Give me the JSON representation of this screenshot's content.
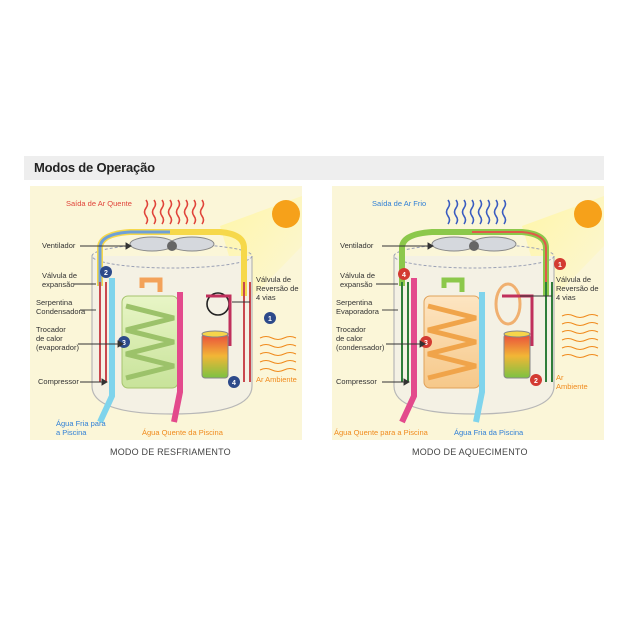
{
  "section": {
    "title": "Modos de Operação"
  },
  "cooling": {
    "caption": "MODO DE RESFRIAMENTO",
    "top_label": "Saída de Ar Quente",
    "labels": {
      "fan": "Ventilador",
      "valve1": "Válvula de",
      "valve2": "expansão",
      "coil1": "Serpentina",
      "coil2": "Condensadora",
      "hx1": "Trocador",
      "hx2": "de calor",
      "hx3": "(evaporador)",
      "compressor": "Compressor",
      "rev1": "Válvula de",
      "rev2": "Reversão de",
      "rev3": "4 vias",
      "ambient": "Ar Ambiente",
      "water_left1": "Água Fria para",
      "water_left2": "a Piscina",
      "water_right": "Água Quente da Piscina"
    },
    "steps": [
      "1",
      "2",
      "3",
      "4"
    ]
  },
  "heating": {
    "caption": "MODO DE AQUECIMENTO",
    "top_label": "Saída de Ar Frio",
    "labels": {
      "fan": "Ventilador",
      "valve1": "Válvula de",
      "valve2": "expansão",
      "coil1": "Serpentina",
      "coil2": "Evaporadora",
      "hx1": "Trocador",
      "hx2": "de calor",
      "hx3": "(condensador)",
      "compressor": "Compressor",
      "rev1": "Válvula de",
      "rev2": "Reversão de",
      "rev3": "4 vias",
      "ambient1": "Ar",
      "ambient2": "Ambiente",
      "water_left": "Água Quente para a Piscina",
      "water_right": "Água Fria da Piscina"
    },
    "steps": [
      "1",
      "2",
      "3",
      "4"
    ]
  },
  "colors": {
    "hot": "#e0443a",
    "cold": "#2f7fd6",
    "ambient": "#f08a1c",
    "pipe_hot": "#e34a8c",
    "pipe_cold": "#7fd4ec",
    "sun": "#f6a11a",
    "badge": "#2d4a8a"
  }
}
